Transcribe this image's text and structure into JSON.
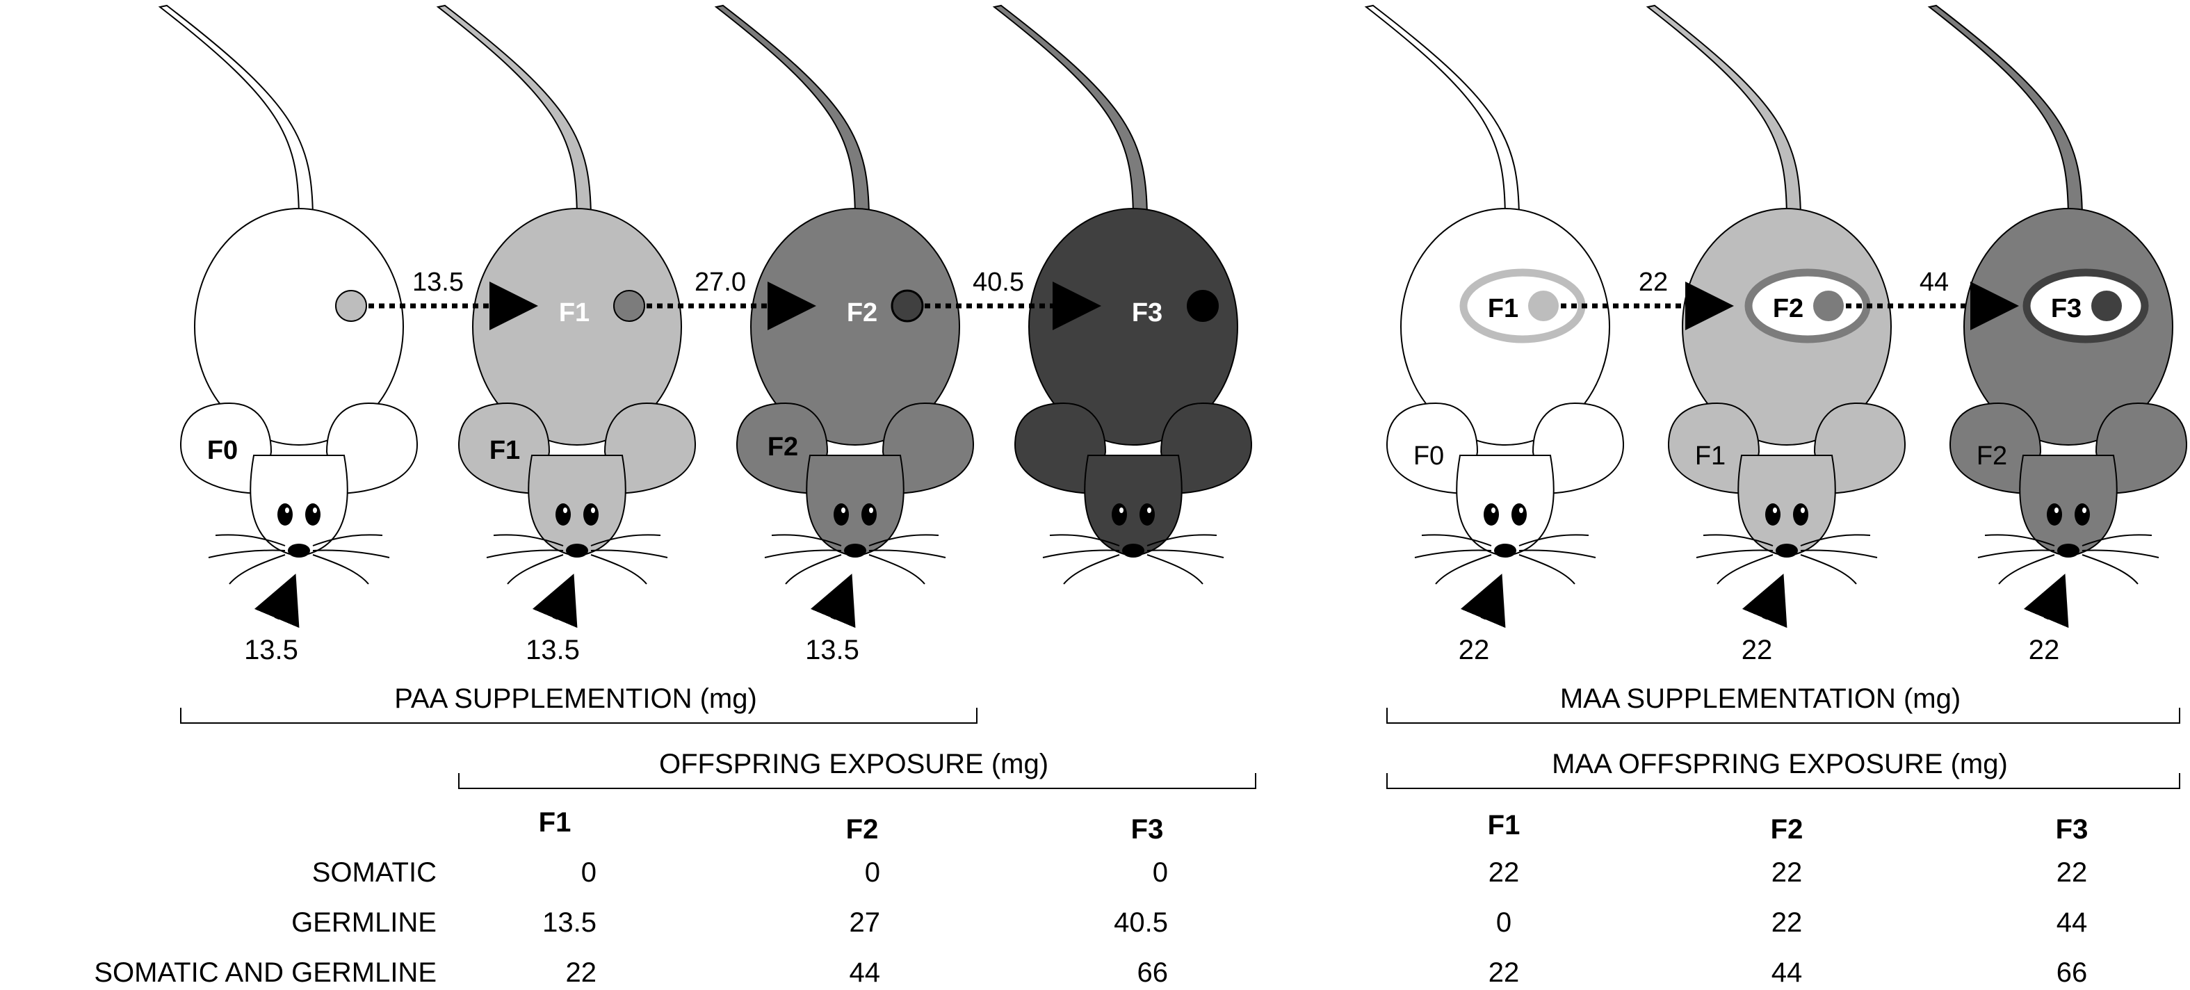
{
  "colors": {
    "white": "#ffffff",
    "light": "#bdbdbd",
    "mid": "#7c7c7c",
    "dark": "#404040",
    "black": "#000000"
  },
  "left": {
    "mice": [
      {
        "ear_label": "F0",
        "ear_bold": true,
        "body_label": "",
        "fill": "white",
        "tail_fill": "white",
        "dot_fill": "light",
        "arrow_value": "13.5"
      },
      {
        "ear_label": "F1",
        "ear_bold": true,
        "body_label": "F1",
        "fill": "light",
        "tail_fill": "light",
        "dot_fill": "mid",
        "arrow_value": "13.5"
      },
      {
        "ear_label": "F2",
        "ear_bold": true,
        "body_label": "F2",
        "fill": "mid",
        "tail_fill": "mid",
        "dot_fill": "dark",
        "arrow_value": "13.5"
      },
      {
        "ear_label": "",
        "ear_bold": true,
        "body_label": "F3",
        "fill": "dark",
        "tail_fill": "mid",
        "dot_fill": "black",
        "arrow_value": ""
      }
    ],
    "transfers": [
      "13.5",
      "27.0",
      "40.5"
    ],
    "supplementation_label": "PAA SUPPLEMENTION (mg)",
    "exposure_label": "OFFSPRING EXPOSURE (mg)",
    "table": {
      "columns": [
        "F1",
        "F2",
        "F3"
      ],
      "rows": [
        {
          "label": "SOMATIC",
          "values": [
            "0",
            "0",
            "0"
          ]
        },
        {
          "label": "GERMLINE",
          "values": [
            "13.5",
            "27",
            "40.5"
          ]
        },
        {
          "label": "SOMATIC AND GERMLINE",
          "values": [
            "22",
            "44",
            "66"
          ]
        }
      ]
    }
  },
  "right": {
    "mice": [
      {
        "ear_label": "F0",
        "ear_bold": false,
        "body_label": "F1",
        "fill": "white",
        "tail_fill": "white",
        "ring_fill": "light",
        "dot_fill": "light",
        "arrow_value": "22"
      },
      {
        "ear_label": "F1",
        "ear_bold": false,
        "body_label": "F2",
        "fill": "light",
        "tail_fill": "light",
        "ring_fill": "mid",
        "dot_fill": "mid",
        "arrow_value": "22"
      },
      {
        "ear_label": "F2",
        "ear_bold": false,
        "body_label": "F3",
        "fill": "mid",
        "tail_fill": "mid",
        "ring_fill": "dark",
        "dot_fill": "dark",
        "arrow_value": "22"
      }
    ],
    "transfers": [
      "22",
      "44"
    ],
    "supplementation_label": "MAA SUPPLEMENTATION (mg)",
    "exposure_label": "MAA OFFSPRING EXPOSURE (mg)",
    "table": {
      "columns": [
        "F1",
        "F2",
        "F3"
      ],
      "rows": [
        {
          "values": [
            "22",
            "22",
            "22"
          ]
        },
        {
          "values": [
            "0",
            "22",
            "44"
          ]
        },
        {
          "values": [
            "22",
            "44",
            "66"
          ]
        }
      ]
    }
  }
}
